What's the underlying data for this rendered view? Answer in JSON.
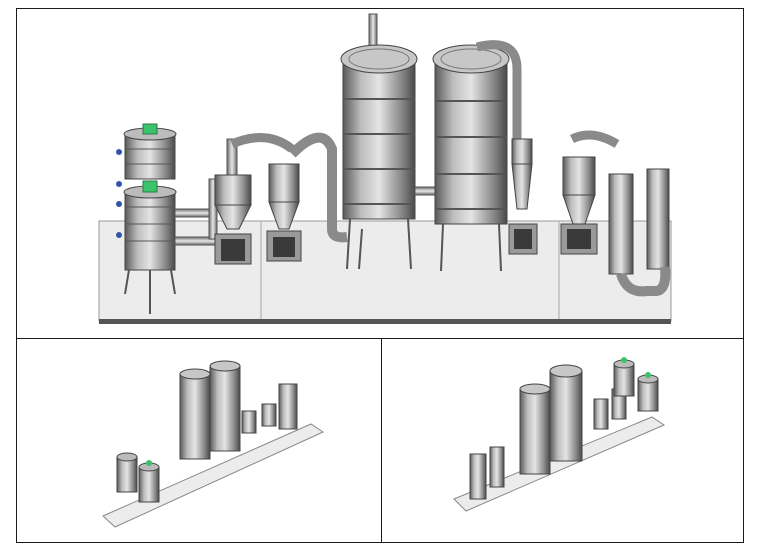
{
  "figure": {
    "views": [
      {
        "id": "front-elevation"
      },
      {
        "id": "isometric-left"
      },
      {
        "id": "isometric-right"
      }
    ],
    "colors": {
      "steel_light": "#d9d9d9",
      "steel_mid": "#9a9a9a",
      "steel_dark": "#4a4a4a",
      "base_plate": "#ececec",
      "motor_green": "#3ac36a",
      "valve_blue": "#2f55a8",
      "frame_border": "#1a1a1a"
    }
  }
}
